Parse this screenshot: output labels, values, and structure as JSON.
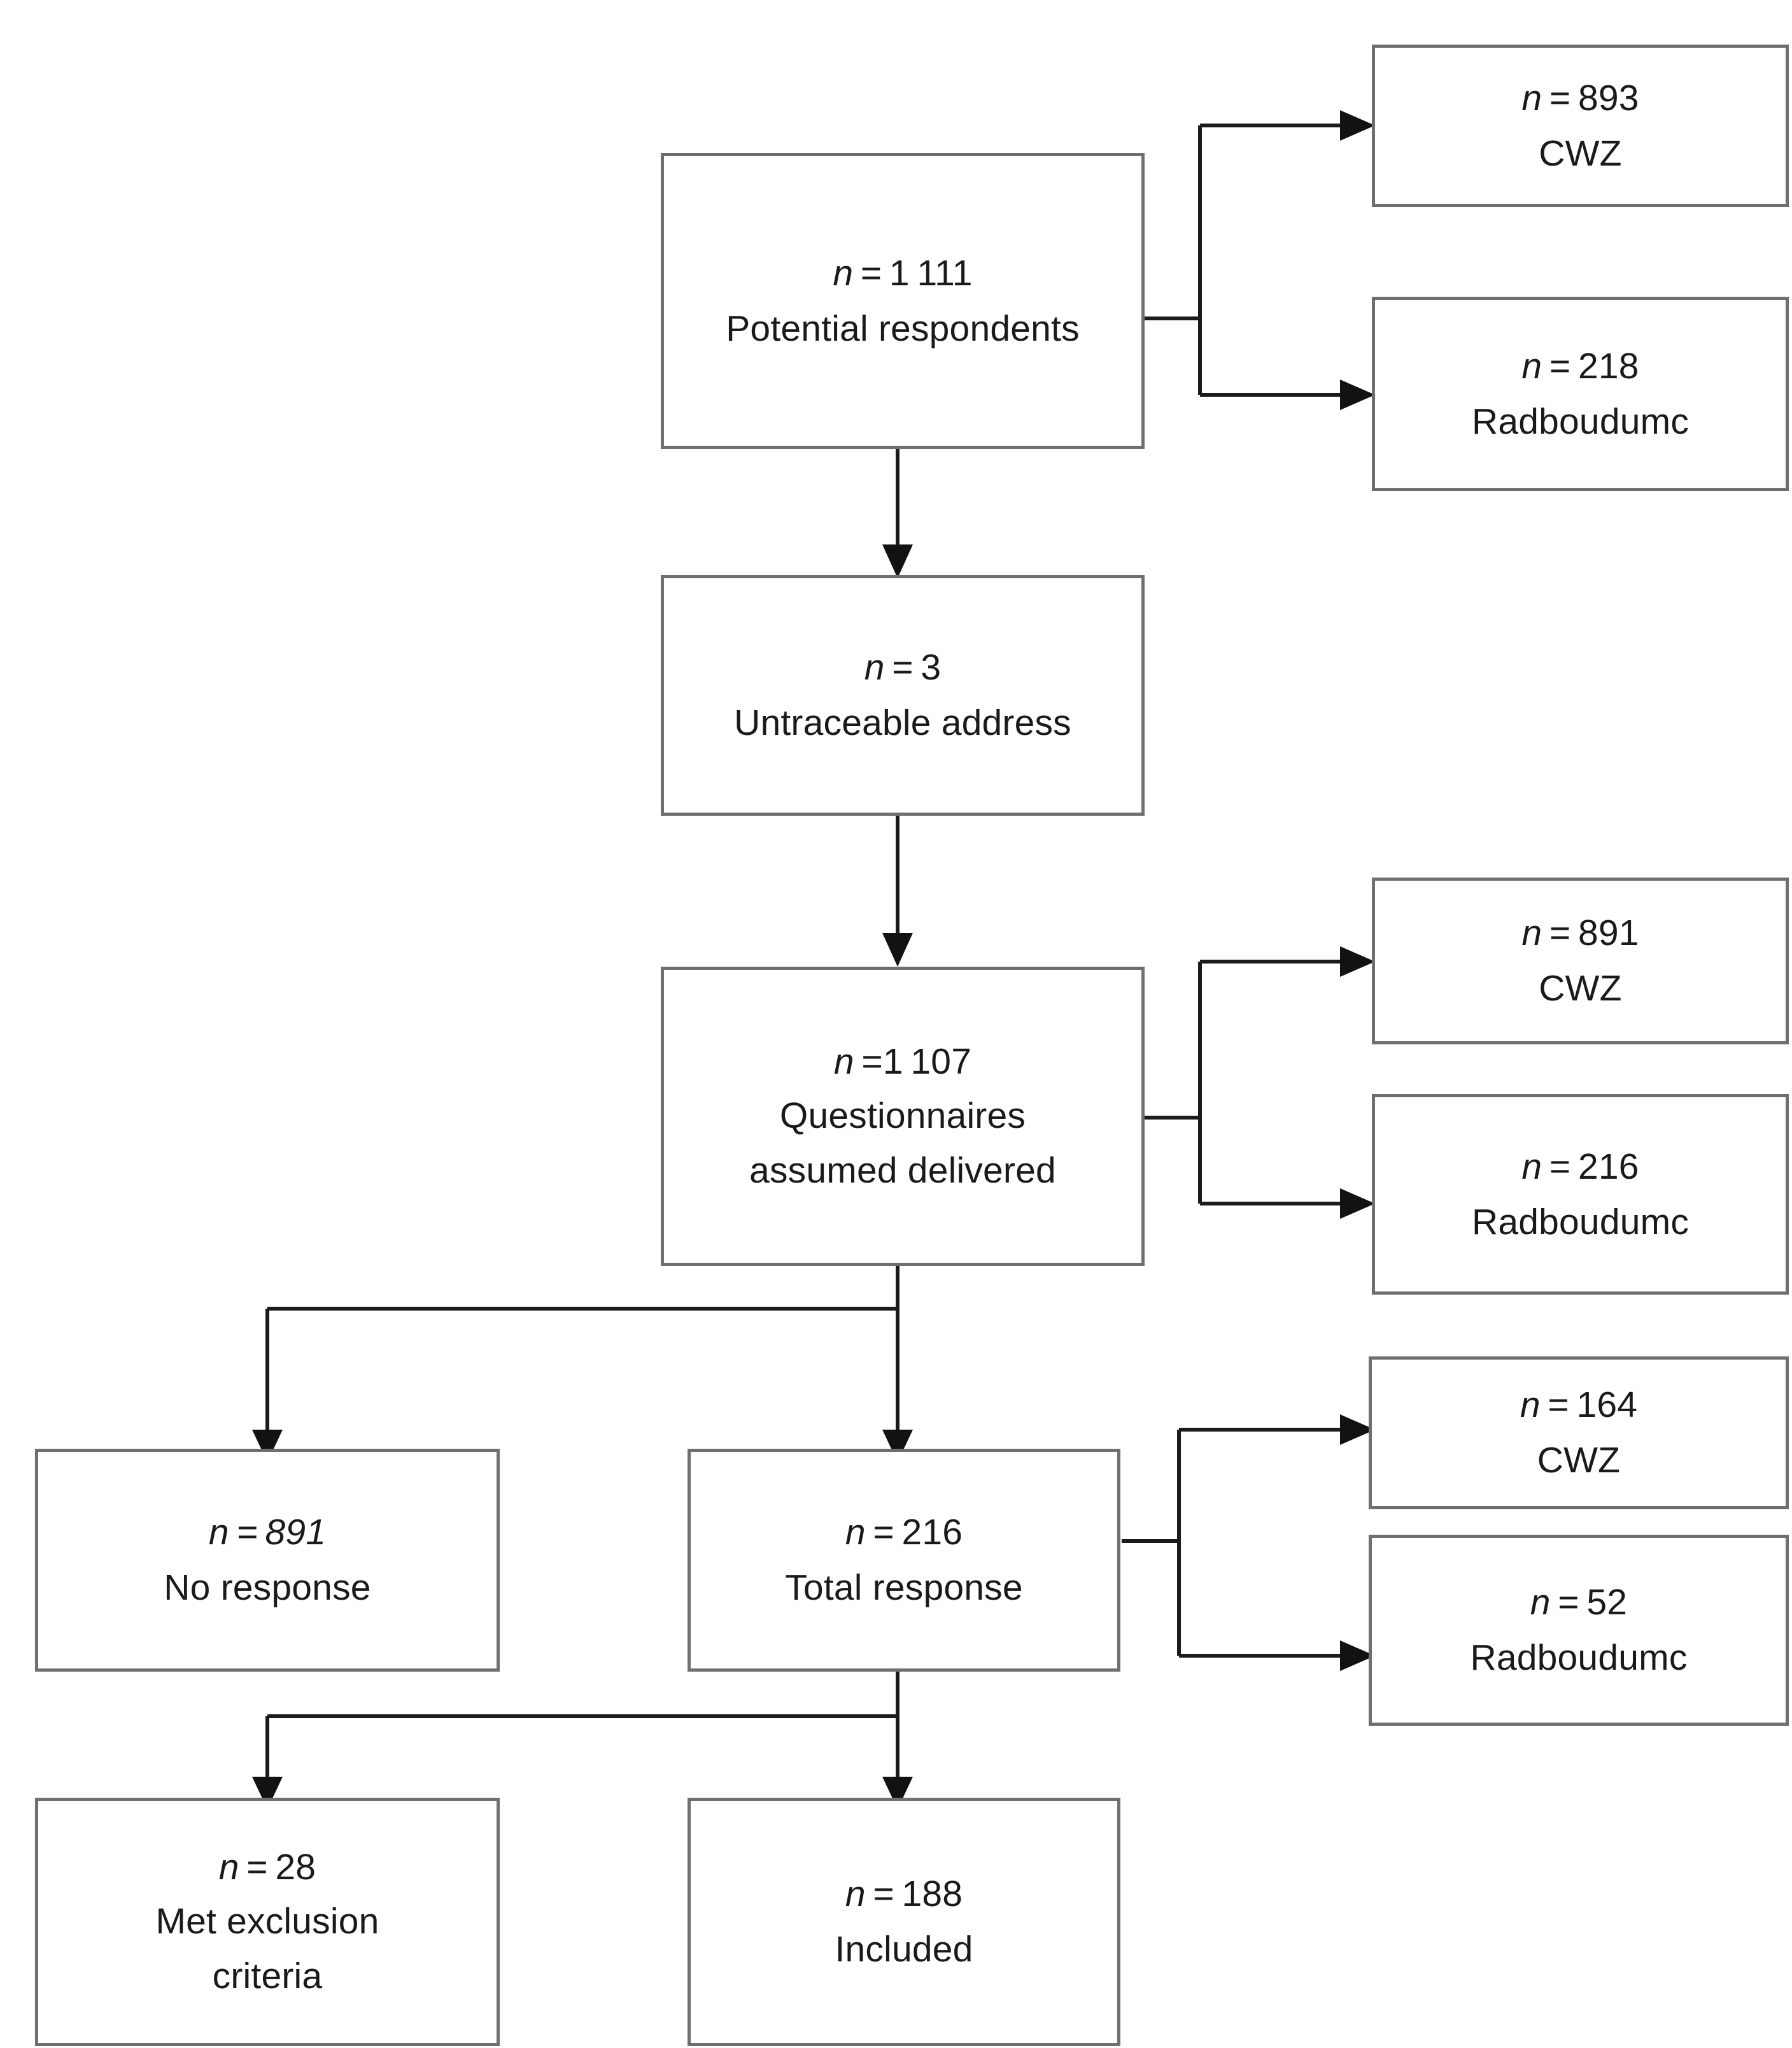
{
  "figure": {
    "kind": "study-flow-diagram",
    "background": "#ffffff",
    "box_border_color": "#6f6f6f",
    "connector_color": "#1b1b1b",
    "text_color": "#1a1a1a"
  },
  "nodes": {
    "potential_respondents": {
      "count_label": "n = 1 111",
      "n_symbol": "n",
      "count_value": "1 111",
      "text": "Potential respondents"
    },
    "cwz_sent": {
      "count_label": "n = 893",
      "n_symbol": "n",
      "count_value": "893",
      "text": "CWZ"
    },
    "radboudumc_sent": {
      "count_label": "n = 218",
      "n_symbol": "n",
      "count_value": "218",
      "text": "Radboudumc"
    },
    "untraceable": {
      "count_label": "n = 3",
      "n_symbol": "n",
      "count_value": "3",
      "text": "Untraceable address"
    },
    "delivered": {
      "count_label": "n =1 107",
      "n_symbol": "n",
      "count_value": "1 107",
      "text_line1": "Questionnaires",
      "text_line2": "assumed delivered"
    },
    "cwz_delivered": {
      "count_label": "n = 891",
      "n_symbol": "n",
      "count_value": "891",
      "text": "CWZ"
    },
    "radboudumc_delivered": {
      "count_label": "n = 216",
      "n_symbol": "n",
      "count_value": "216",
      "text": "Radboudumc"
    },
    "no_response": {
      "count_label": "n = 891",
      "n_symbol": "n",
      "count_value": "891",
      "text": "No response"
    },
    "total_response": {
      "count_label": "n = 216",
      "n_symbol": "n",
      "count_value": "216",
      "text": "Total response"
    },
    "cwz_response": {
      "count_label": "n = 164",
      "n_symbol": "n",
      "count_value": "164",
      "text": "CWZ"
    },
    "radboudumc_response": {
      "count_label": "n = 52",
      "n_symbol": "n",
      "count_value": "52",
      "text": "Radboudumc"
    },
    "excluded": {
      "count_label": "n = 28",
      "n_symbol": "n",
      "count_value": "28",
      "text_line1": "Met exclusion",
      "text_line2": "criteria"
    },
    "included": {
      "count_label": "n = 188",
      "n_symbol": "n",
      "count_value": "188",
      "text": "Included"
    }
  },
  "chart_data": {
    "type": "diagram",
    "title": "",
    "flow": [
      {
        "id": "potential_respondents",
        "n": 1111,
        "label": "Potential respondents",
        "branches": [
          "cwz_sent",
          "radboudumc_sent"
        ],
        "next": "untraceable"
      },
      {
        "id": "cwz_sent",
        "n": 893,
        "label": "CWZ"
      },
      {
        "id": "radboudumc_sent",
        "n": 218,
        "label": "Radboudumc"
      },
      {
        "id": "untraceable",
        "n": 3,
        "label": "Untraceable address",
        "next": "delivered"
      },
      {
        "id": "delivered",
        "n": 1107,
        "label": "Questionnaires assumed delivered",
        "branches": [
          "cwz_delivered",
          "radboudumc_delivered"
        ],
        "next": [
          "no_response",
          "total_response"
        ]
      },
      {
        "id": "cwz_delivered",
        "n": 891,
        "label": "CWZ"
      },
      {
        "id": "radboudumc_delivered",
        "n": 216,
        "label": "Radboudumc"
      },
      {
        "id": "no_response",
        "n": 891,
        "label": "No response"
      },
      {
        "id": "total_response",
        "n": 216,
        "label": "Total response",
        "branches": [
          "cwz_response",
          "radboudumc_response"
        ],
        "next": [
          "excluded",
          "included"
        ]
      },
      {
        "id": "cwz_response",
        "n": 164,
        "label": "CWZ"
      },
      {
        "id": "radboudumc_response",
        "n": 52,
        "label": "Radboudumc"
      },
      {
        "id": "excluded",
        "n": 28,
        "label": "Met exclusion criteria"
      },
      {
        "id": "included",
        "n": 188,
        "label": "Included"
      }
    ]
  }
}
